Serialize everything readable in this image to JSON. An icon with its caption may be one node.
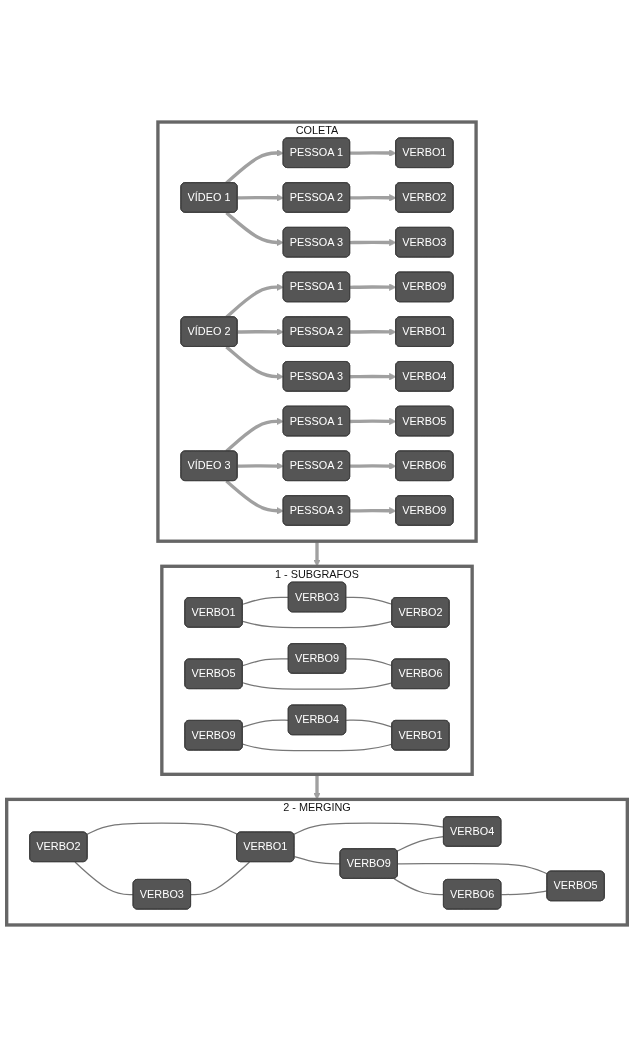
{
  "diagram": {
    "nodes": [
      {
        "text": [
          "COLETA"
        ]
      },
      {
        "text": [
          "VÍDEO 1"
        ],
        "in": 0
      },
      {
        "text": [
          "PESSOA 1"
        ],
        "in": 0
      },
      {
        "text": [
          "VERBO1"
        ],
        "in": 0
      },
      {
        "text": [
          "PESSOA 2"
        ],
        "in": 0
      },
      {
        "text": [
          "VERBO2"
        ],
        "in": 0
      },
      {
        "text": [
          "PESSOA 3"
        ],
        "in": 0
      },
      {
        "text": [
          "VERBO3"
        ],
        "in": 0
      },
      {
        "text": [
          "VÍDEO 2"
        ],
        "in": 0
      },
      {
        "text": [
          "PESSOA 1"
        ],
        "in": 0
      },
      {
        "text": [
          "VERBO9"
        ],
        "in": 0
      },
      {
        "text": [
          "PESSOA 2"
        ],
        "in": 0
      },
      {
        "text": [
          "VERBO1"
        ],
        "in": 0
      },
      {
        "text": [
          "PESSOA 3"
        ],
        "in": 0
      },
      {
        "text": [
          "VERBO4"
        ],
        "in": 0
      },
      {
        "text": [
          "VÍDEO 3"
        ],
        "in": 0
      },
      {
        "text": [
          "PESSOA 1"
        ],
        "in": 0
      },
      {
        "text": [
          "VERBO5"
        ],
        "in": 0
      },
      {
        "text": [
          "PESSOA 2"
        ],
        "in": 0
      },
      {
        "text": [
          "VERBO6"
        ],
        "in": 0
      },
      {
        "text": [
          "PESSOA 3"
        ],
        "in": 0
      },
      {
        "text": [
          "VERBO9"
        ],
        "in": 0
      },
      {
        "text": [
          "2 - MERGING"
        ]
      },
      {
        "text": [
          "VERBO2"
        ],
        "in": 22
      },
      {
        "text": [
          "VERBO3"
        ],
        "in": 22
      },
      {
        "text": [
          "VERBO1"
        ],
        "in": 22
      },
      {
        "text": [
          "VERBO9"
        ],
        "in": 22
      },
      {
        "text": [
          "VERBO4"
        ],
        "in": 22
      },
      {
        "text": [
          "VERBO5"
        ],
        "in": 22
      },
      {
        "text": [
          "VERBO6"
        ],
        "in": 22
      },
      {
        "text": [
          "1 - SUBGRAFOS"
        ]
      },
      {
        "text": [
          "VERBO1"
        ],
        "in": 30
      },
      {
        "text": [
          "VERBO5"
        ],
        "in": 30
      },
      {
        "text": [
          "VERBO3"
        ],
        "in": 30
      },
      {
        "text": [
          "VERBO2"
        ],
        "in": 30
      },
      {
        "text": [
          "VERBO9"
        ],
        "in": 30
      },
      {
        "text": [
          "VERBO6"
        ],
        "in": 30
      },
      {
        "text": [
          "VERBO9"
        ],
        "in": 30
      },
      {
        "text": [
          "VERBO4"
        ],
        "in": 30
      },
      {
        "text": [
          "VERBO1"
        ],
        "in": 30
      }
    ],
    "edges": [
      {
        "from": 1,
        "to": 2,
        "arrow": "to"
      },
      {
        "from": 1,
        "to": 4,
        "arrow": "to"
      },
      {
        "from": 1,
        "to": 6,
        "arrow": "to"
      },
      {
        "from": 2,
        "to": 3,
        "arrow": "to"
      },
      {
        "from": 4,
        "to": 5,
        "arrow": "to"
      },
      {
        "from": 6,
        "to": 7,
        "arrow": "to"
      },
      {
        "from": 8,
        "to": 9,
        "arrow": "to"
      },
      {
        "from": 8,
        "to": 11,
        "arrow": "to"
      },
      {
        "from": 8,
        "to": 13,
        "arrow": "to"
      },
      {
        "from": 9,
        "to": 10,
        "arrow": "to"
      },
      {
        "from": 11,
        "to": 12,
        "arrow": "to"
      },
      {
        "from": 13,
        "to": 14,
        "arrow": "to"
      },
      {
        "from": 15,
        "to": 16,
        "arrow": "to"
      },
      {
        "from": 15,
        "to": 18,
        "arrow": "to"
      },
      {
        "from": 15,
        "to": 20,
        "arrow": "to"
      },
      {
        "from": 16,
        "to": 17,
        "arrow": "to"
      },
      {
        "from": 18,
        "to": 19,
        "arrow": "to"
      },
      {
        "from": 20,
        "to": 21,
        "arrow": "to"
      },
      {
        "from": 0,
        "to": 30,
        "arrow": "to"
      },
      {
        "from": 30,
        "to": 22,
        "arrow": "to"
      },
      {
        "from": 23,
        "to": 24,
        "arrow": "none",
        "color": "#777777"
      },
      {
        "from": 24,
        "to": 25,
        "arrow": "none",
        "color": "#777777"
      },
      {
        "from": 23,
        "to": 25,
        "arrow": "none",
        "color": "#777777"
      },
      {
        "from": 25,
        "to": 26,
        "arrow": "none",
        "color": "#777777"
      },
      {
        "from": 26,
        "to": 27,
        "arrow": "none",
        "color": "#777777"
      },
      {
        "from": 25,
        "to": 27,
        "arrow": "none",
        "color": "#777777"
      },
      {
        "from": 26,
        "to": 29,
        "arrow": "none",
        "color": "#777777"
      },
      {
        "from": 29,
        "to": 28,
        "arrow": "none",
        "color": "#777777"
      },
      {
        "from": 26,
        "to": 28,
        "arrow": "none",
        "color": "#777777"
      },
      {
        "from": 31,
        "to": 33,
        "arrow": "none",
        "color": "#777777"
      },
      {
        "from": 33,
        "to": 34,
        "arrow": "none",
        "color": "#777777"
      },
      {
        "from": 34,
        "to": 31,
        "arrow": "none",
        "color": "#777777"
      },
      {
        "from": 32,
        "to": 35,
        "arrow": "none",
        "color": "#777777"
      },
      {
        "from": 35,
        "to": 36,
        "arrow": "none",
        "color": "#777777"
      },
      {
        "from": 36,
        "to": 32,
        "arrow": "none",
        "color": "#777777"
      },
      {
        "from": 37,
        "to": 38,
        "arrow": "none",
        "color": "#777777"
      },
      {
        "from": 38,
        "to": 39,
        "arrow": "none",
        "color": "#777777"
      },
      {
        "from": 39,
        "to": 37,
        "arrow": "none",
        "color": "#777777"
      }
    ]
  }
}
